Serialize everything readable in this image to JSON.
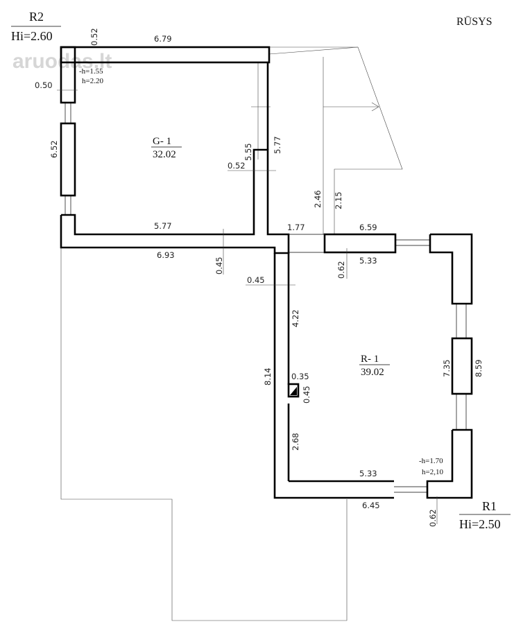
{
  "page": {
    "title": "RŪSYS",
    "watermark": "aruodas.lt"
  },
  "rooms": {
    "g1": {
      "name": "G- 1",
      "area": "32.02"
    },
    "r1": {
      "name": "R- 1",
      "area": "39.02"
    }
  },
  "markers": {
    "r2": {
      "label": "R2",
      "height": "Hi=2.60"
    },
    "r1": {
      "label": "R1",
      "height": "Hi=2.50"
    }
  },
  "openings": {
    "top_left": {
      "sill": "-h=1.55",
      "height": "h=2.20"
    },
    "bottom_right": {
      "sill": "-h=1.70",
      "height": "h=2,10"
    }
  },
  "dimensions": {
    "top_wall_len": "6.79",
    "top_thickness": "0.52",
    "left_wall_thick": "0.50",
    "left_wall_len": "6.52",
    "g1_inner_height": "5.55",
    "g1_outer_height": "5.77",
    "partition_thick": "0.52",
    "stair_2_46": "2.46",
    "stair_2_15": "2.15",
    "g1_inner_width": "5.77",
    "g1_outer_width": "6.93",
    "wall_045_a": "0.45",
    "wall_045_b": "0.45",
    "door_width": "1.77",
    "r1_top_outer": "6.59",
    "r1_top_inner": "5.33",
    "r1_top_thick": "0.62",
    "r1_left_upper": "4.22",
    "r1_left_outer": "8.14",
    "column_w": "0.35",
    "column_h": "0.45",
    "r1_left_lower": "2.68",
    "r1_right_inner": "7.35",
    "r1_right_outer": "8.59",
    "r1_bottom_inner": "5.33",
    "r1_bottom_outer": "6.45",
    "r1_bottom_thick": "0.62"
  }
}
